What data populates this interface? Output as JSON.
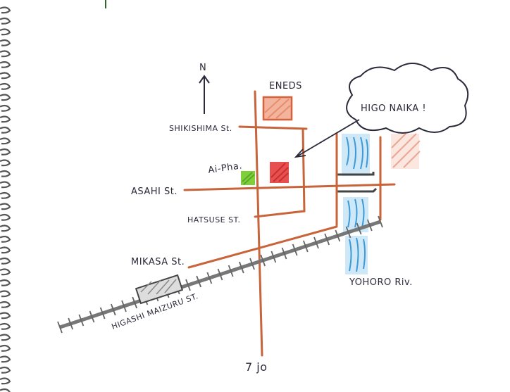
{
  "map": {
    "compass": "N",
    "landmarks": {
      "eneos": "ENEDS",
      "aipha": "Ai-Pha.",
      "clinic_callout": "HIGO NAIKA !"
    },
    "streets": {
      "shikishima": "SHIKISHIMA St.",
      "asahi": "ASAHI St.",
      "hatsuse": "HATSUSE ST.",
      "mikasa": "MIKASA St.",
      "higashi_maizuru": "HIGASHI MAIZURU ST."
    },
    "river": "YOHORO Riv.",
    "district": "7 jo",
    "colors": {
      "road": "#c8643a",
      "eneos": "#e8967a",
      "clinic": "#e0484a",
      "aipha": "#7fcf3a",
      "river": "#5aaee0",
      "rail": "#777777"
    }
  }
}
